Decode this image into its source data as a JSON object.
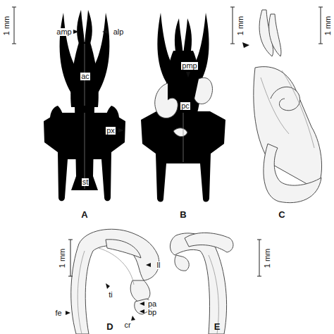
{
  "diagram": {
    "labels": [
      "1 mm",
      "amp",
      "alp",
      "1 mm",
      "pmp",
      "1 mm",
      "ac",
      "pc",
      "px",
      "st",
      "A",
      "B",
      "C",
      "1 mm",
      "ll",
      "ti",
      "fe",
      "pa",
      "bp",
      "cr",
      "D",
      "1 mm",
      "E"
    ]
  }
}
